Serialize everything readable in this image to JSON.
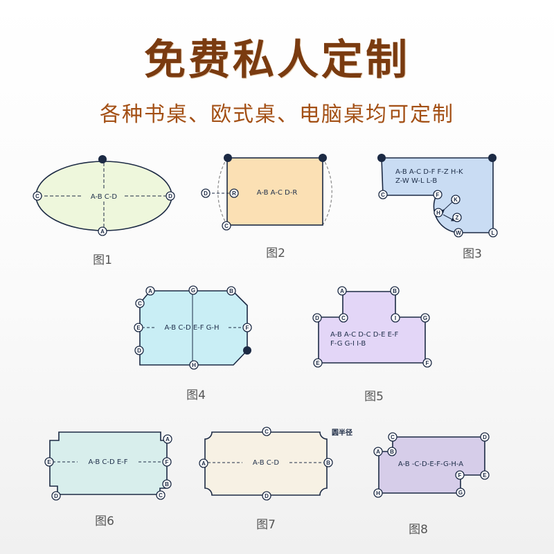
{
  "header": {
    "title": "免费私人定制",
    "subtitle": "各种书桌、欧式桌、电脑桌均可定制"
  },
  "colors": {
    "title": "#7a3b10",
    "subtitle": "#a34f14",
    "outline": "#1c2a44",
    "fill_fig1": "#eef7dc",
    "fill_fig2": "#fbe0b4",
    "fill_fig3": "#c9dcf3",
    "fill_fig4": "#c9eef5",
    "fill_fig5": "#e3d6f7",
    "fill_fig6": "#d8eeec",
    "fill_fig7": "#f7f1e4",
    "fill_fig8": "#d6cde9"
  },
  "figures": [
    {
      "caption": "图1",
      "dims": [
        "A-B C-D"
      ],
      "points": [
        "C",
        "D",
        "A"
      ]
    },
    {
      "caption": "图2",
      "dims": [
        "A-B A-C D-R"
      ],
      "points": [
        "D",
        "R",
        "C"
      ]
    },
    {
      "caption": "图3",
      "dims": [
        "A-B A-C D-F F-Z H-K",
        "Z-W W-L L-B"
      ],
      "points": [
        "C",
        "F",
        "K",
        "H",
        "Z",
        "W",
        "L"
      ]
    },
    {
      "caption": "图4",
      "dims": [
        "A-B C-D E-F G-H"
      ],
      "points": [
        "A",
        "G",
        "B",
        "C",
        "E",
        "F",
        "D",
        "H"
      ]
    },
    {
      "caption": "图5",
      "dims": [
        "A-B A-C D-C D-E E-F",
        "F-G G-I I-B"
      ],
      "points": [
        "A",
        "B",
        "D",
        "C",
        "I",
        "G",
        "E",
        "F"
      ]
    },
    {
      "caption": "图6",
      "dims": [
        "A-B C-D E-F"
      ],
      "points": [
        "A",
        "E",
        "F",
        "B",
        "D",
        "C"
      ]
    },
    {
      "caption": "图7",
      "dims": [
        "A-B C-D"
      ],
      "points": [
        "C",
        "A",
        "B",
        "D"
      ],
      "note": "圆半径"
    },
    {
      "caption": "图8",
      "dims": [
        "A-B -C-D-E-F-G-H-A"
      ],
      "points": [
        "C",
        "D",
        "A",
        "B",
        "F",
        "E",
        "H",
        "G"
      ]
    }
  ]
}
